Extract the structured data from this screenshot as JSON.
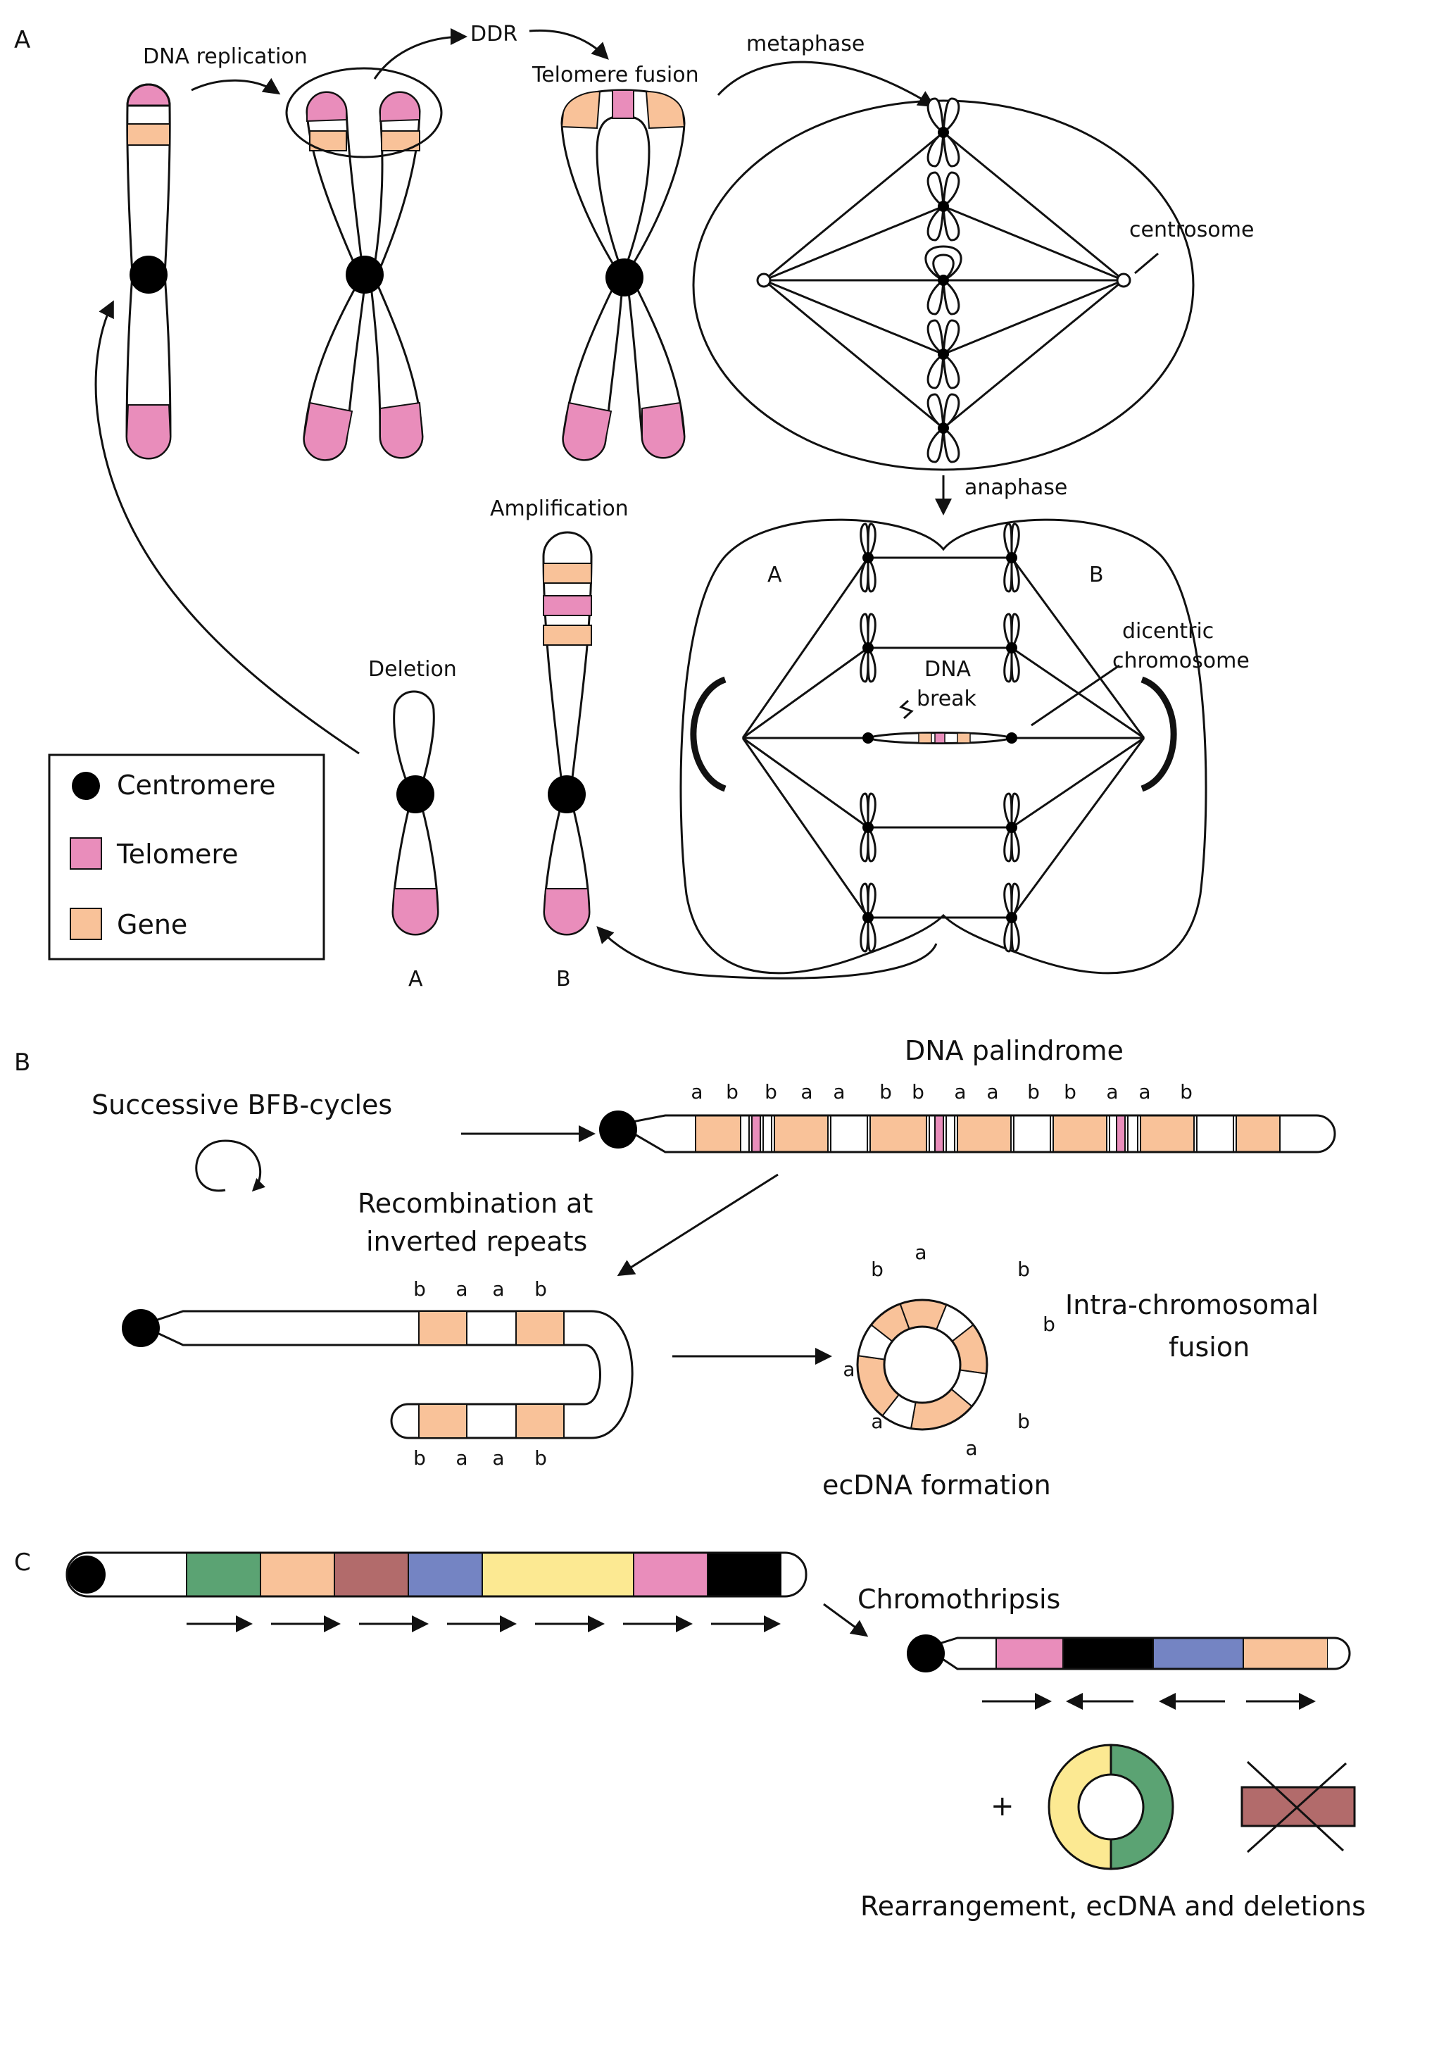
{
  "colors": {
    "telomere": "#E98DBB",
    "gene": "#F9C299",
    "outline": "#111111",
    "centromere": "#000000",
    "seg_green": "#5BA373",
    "seg_orange": "#F9C299",
    "seg_brown": "#B26B6B",
    "seg_blue": "#7484C3",
    "seg_yellow": "#FCE992",
    "seg_pink": "#E98DBB",
    "seg_black": "#000000"
  },
  "panel_a": {
    "letter": "A",
    "dna_replication": "DNA replication",
    "ddr": "DDR",
    "telomere_fusion": "Telomere fusion",
    "metaphase": "metaphase",
    "centrosome": "centrosome",
    "anaphase": "anaphase",
    "cell_a": "A",
    "cell_b": "B",
    "dna": "DNA",
    "break": "break",
    "dicentric_line1": "dicentric",
    "dicentric_line2": "chromosome",
    "amplification": "Amplification",
    "deletion": "Deletion",
    "daughter_a": "A",
    "daughter_b": "B",
    "legend": {
      "centromere": "Centromere",
      "telomere": "Telomere",
      "gene": "Gene"
    }
  },
  "panel_b": {
    "letter": "B",
    "successive": "Successive BFB-cycles",
    "palindrome": "DNA palindrome",
    "palindrome_letters": [
      "a",
      "b",
      "b",
      "a",
      "a",
      "b",
      "b",
      "a",
      "a",
      "b",
      "b",
      "a",
      "a",
      "b"
    ],
    "recombination_line1": "Recombination at",
    "recombination_line2": "inverted repeats",
    "hairpin_top_letters": [
      "b",
      "a",
      "a",
      "b"
    ],
    "hairpin_bottom_letters": [
      "b",
      "a",
      "a",
      "b"
    ],
    "ring_letters": [
      "b",
      "a",
      "b",
      "b",
      "a",
      "a",
      "a",
      "b"
    ],
    "intra_line1": "Intra-chromosomal",
    "intra_line2": "fusion",
    "ecdna_formation": "ecDNA formation"
  },
  "panel_c": {
    "letter": "C",
    "chromothripsis": "Chromothripsis",
    "plus": "+",
    "caption": "Rearrangement, ecDNA and deletions"
  }
}
